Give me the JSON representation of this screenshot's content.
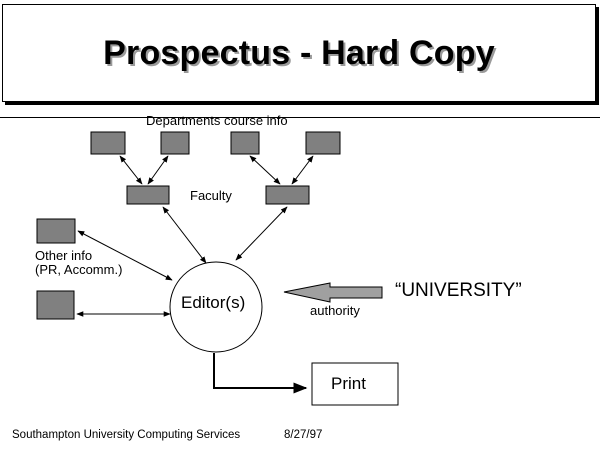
{
  "title": "Prospectus - Hard Copy",
  "diagram": {
    "departments_label": "Departments course info",
    "faculty_label": "Faculty",
    "other_info_line1": "Other info",
    "other_info_line2": "(PR, Accomm.)",
    "editor_label": "Editor(s)",
    "university_label": "“UNIVERSITY”",
    "authority_label": "authority",
    "print_label": "Print"
  },
  "footer": {
    "organization": "Southampton University Computing Services",
    "date": "8/27/97"
  },
  "colors": {
    "box_fill": "#808080",
    "arrow_fill": "#a0a0a0"
  }
}
